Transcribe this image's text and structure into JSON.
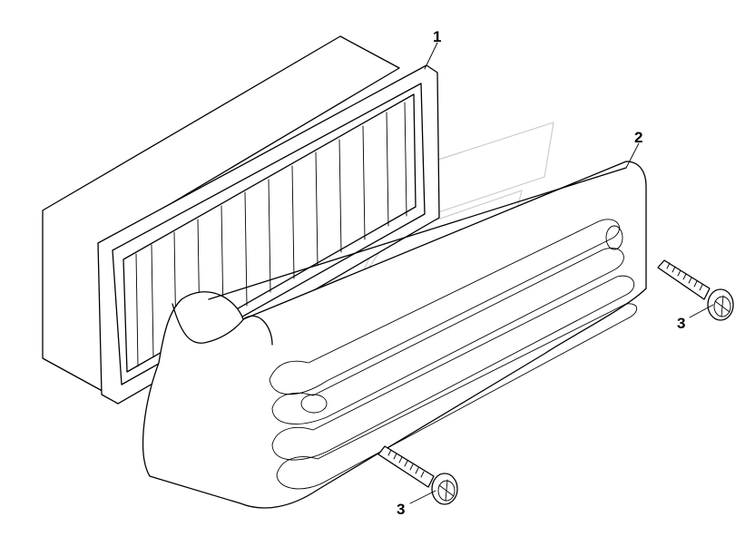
{
  "callouts": {
    "part1": "1",
    "part2": "2",
    "part3_right": "3",
    "part3_bottom": "3"
  },
  "parts": {
    "part1_icon": "louvered-vent-housing",
    "part2_icon": "vent-cover-grille",
    "part3_icon": "screw"
  }
}
